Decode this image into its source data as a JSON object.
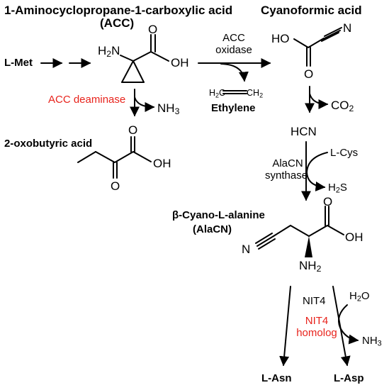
{
  "compounds": {
    "acc_name": "1-Aminocyclopropane-1-carboxylic acid",
    "acc_abbrev": "(ACC)",
    "cyanoformic": "Cyanoformic acid",
    "l_met": "L-Met",
    "ethylene": "Ethylene",
    "oxobutyric": "2-oxobutyric acid",
    "hcn": "HCN",
    "alacn_name": "β-Cyano-L-alanine",
    "alacn_abbrev": "(AlaCN)",
    "l_asn": "L-Asn",
    "l_asp": "L-Asp"
  },
  "enzymes": {
    "acc_oxidase_line1": "ACC",
    "acc_oxidase_line2": "oxidase",
    "acc_deaminase": "ACC deaminase",
    "alacn_synthase_line1": "AlaCN",
    "alacn_synthase_line2": "synthase",
    "nit4": "NIT4",
    "nit4_homolog_line1": "NIT4",
    "nit4_homolog_line2": "homolog"
  },
  "atoms": {
    "h2n": "H2N",
    "oh": "OH",
    "o": "O",
    "ho": "HO",
    "n": "N",
    "nh2": "NH2",
    "nh3": "NH3",
    "co2": "CO2",
    "h2s": "H2S",
    "h2o": "H2O",
    "h2c": "H2C",
    "ch2": "CH2",
    "l_cys": "L-Cys"
  },
  "colors": {
    "ink": "#000000",
    "enzyme_highlight": "#e8231c"
  }
}
